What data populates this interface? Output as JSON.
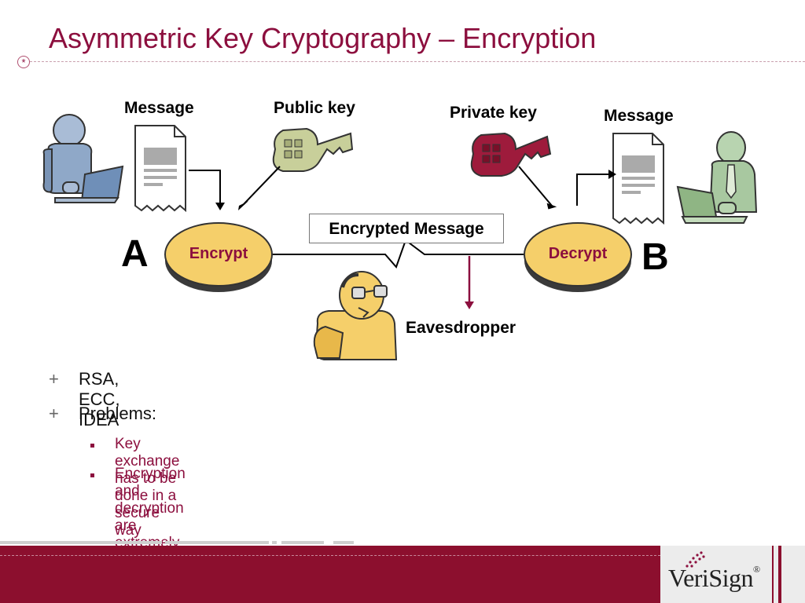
{
  "slide": {
    "title": "Asymmetric Key Cryptography – Encryption"
  },
  "diagram": {
    "message_left": "Message",
    "public_key": "Public key",
    "private_key": "Private key",
    "message_right": "Message",
    "encrypted_message": "Encrypted Message",
    "encrypt": "Encrypt",
    "decrypt": "Decrypt",
    "party_a": "A",
    "party_b": "B",
    "eavesdropper": "Eavesdropper"
  },
  "bullets": [
    {
      "marker": "+",
      "text": "RSA, ECC, IDEA"
    },
    {
      "marker": "+",
      "text": "Problems:"
    }
  ],
  "subbullets": [
    {
      "text": "Key exchange has to be done in a secure way"
    },
    {
      "text": "Encryption and decryption are extremely SLOW"
    }
  ],
  "footer": {
    "logo": "VeriSign",
    "logo_mark": "®"
  },
  "colors": {
    "title": "#8c0f3e",
    "footer": "#8c0f2e",
    "oval_fill": "#f5cf6a",
    "public_key_fill": "#c8cf9a",
    "private_key_fill": "#9e1b3c",
    "person_a": "#8fa8c8",
    "person_b": "#a8c8a0",
    "eavesdropper": "#f5cf6a"
  }
}
